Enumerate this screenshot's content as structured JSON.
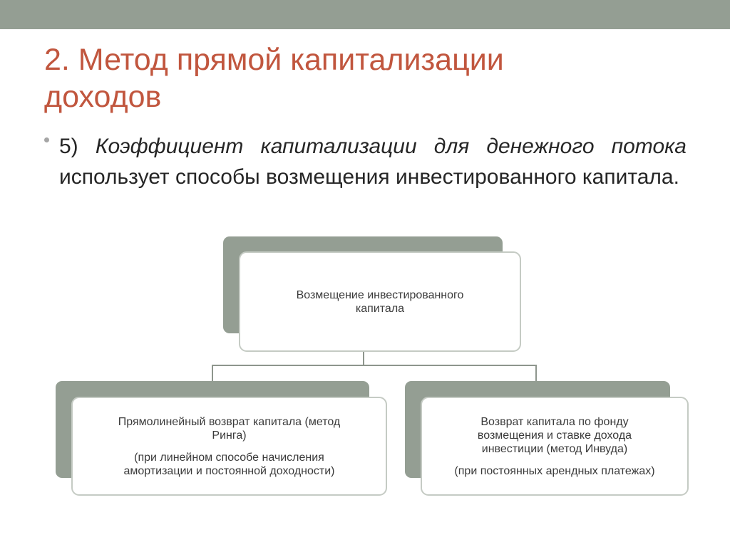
{
  "slide": {
    "title_line1": "2. Метод прямой капитализации",
    "title_line2": "доходов",
    "bullet": {
      "number": "5)",
      "italic_text": "Коэффициент капитализации для денежного потока",
      "rest_text": "использует способы возмещения инвестированного капитала."
    }
  },
  "diagram": {
    "root": {
      "line1": "Возмещение инвестированного",
      "line2": "капитала"
    },
    "left": {
      "line1": "Прямолинейный  возврат капитала (метод",
      "line2": "Ринга)",
      "sub1": "(при линейном  способе начисления",
      "sub2": "амортизации  и постоянной доходности)"
    },
    "right": {
      "line1": "Возврат капитала по фонду",
      "line2": "возмещения и ставке дохода",
      "line3": "инвестиции  (метод Инвуда)",
      "sub1": "(при постоянных  арендных платежах)"
    }
  },
  "colors": {
    "accent_title": "#c1563e",
    "top_bar": "#949e93",
    "back_box": "#949e93",
    "front_box_border": "#c5cbc4",
    "connector": "#8e968d"
  }
}
